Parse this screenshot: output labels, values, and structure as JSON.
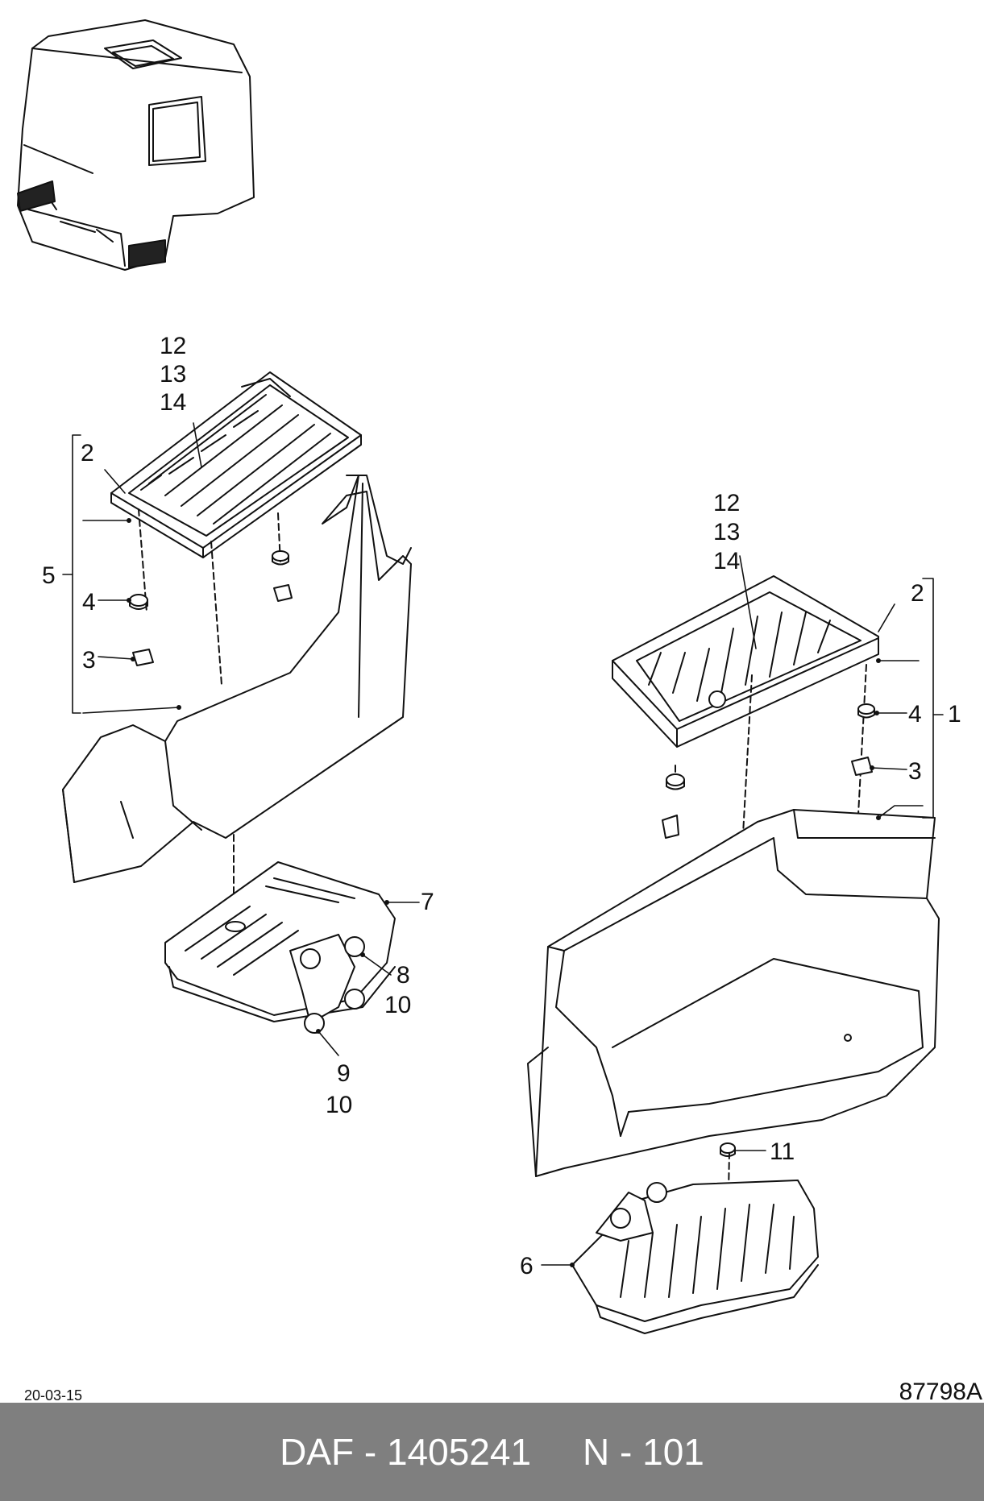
{
  "callouts": {
    "left": {
      "top_stack": [
        "12",
        "13",
        "14"
      ],
      "item_2": "2",
      "item_5": "5",
      "item_4": "4",
      "item_3": "3",
      "item_7": "7",
      "item_8": "8",
      "item_10a": "10",
      "item_9": "9",
      "item_10b": "10"
    },
    "right": {
      "top_stack": [
        "12",
        "13",
        "14"
      ],
      "item_2": "2",
      "item_4": "4",
      "item_1": "1",
      "item_3": "3",
      "item_11": "11",
      "item_6": "6"
    }
  },
  "date_code": "20-03-15",
  "drawing_ref": "87798A",
  "footer": {
    "part_label": "DAF - 1405241",
    "page_label": "N - 101"
  }
}
